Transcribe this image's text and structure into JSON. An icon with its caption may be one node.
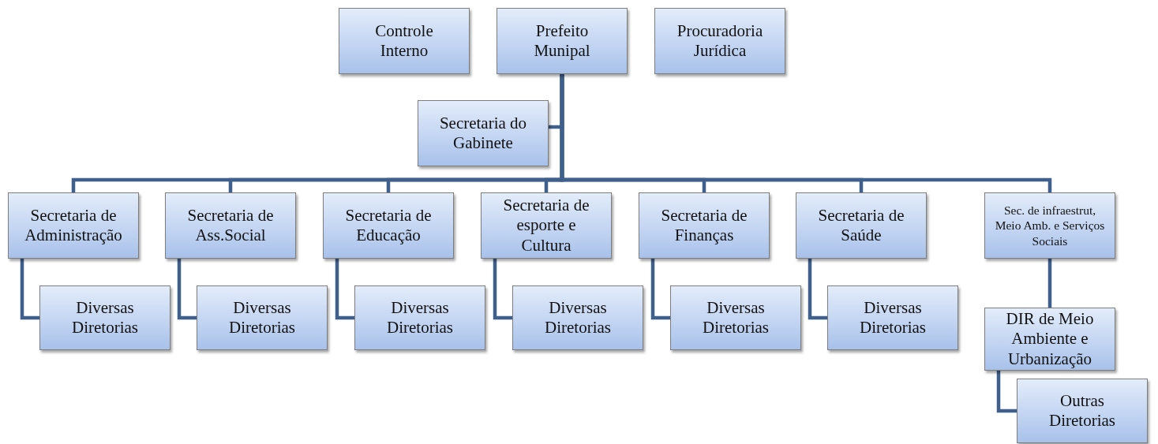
{
  "diagram": {
    "nodes": [
      {
        "text": [
          "Controle Interno"
        ]
      },
      {
        "text": [
          "Prefeito Munipal"
        ]
      },
      {
        "text": [
          "Procuradoria Jurídica"
        ]
      },
      {
        "text": [
          "Secretaria do Gabinete"
        ]
      },
      {
        "text": [
          "Secretaria de Administração"
        ]
      },
      {
        "text": [
          "Diversas Diretorias"
        ]
      },
      {
        "text": [
          "Secretaria de Ass.Social"
        ]
      },
      {
        "text": [
          "Diversas Diretorias"
        ]
      },
      {
        "text": [
          "Secretaria de Educação"
        ]
      },
      {
        "text": [
          "Diversas Diretorias"
        ]
      },
      {
        "text": [
          "Secretaria de esporte e Cultura"
        ]
      },
      {
        "text": [
          "Diversas Diretorias"
        ]
      },
      {
        "text": [
          "Secretaria de Finanças"
        ]
      },
      {
        "text": [
          "Diversas Diretorias"
        ]
      },
      {
        "text": [
          "Secretaria de Saúde"
        ]
      },
      {
        "text": [
          "Diversas Diretorias"
        ]
      },
      {
        "text": [
          "Sec. de infraestrut, Meio Amb. e Serviços Sociais"
        ]
      },
      {
        "text": [
          "DIR de Meio Ambiente e Urbanização"
        ]
      },
      {
        "text": [
          "Outras Diretorias"
        ]
      }
    ],
    "edges": [
      {
        "from": 1,
        "to": 3,
        "arrow": "none"
      },
      {
        "from": 1,
        "to": 4,
        "arrow": "none"
      },
      {
        "from": 1,
        "to": 6,
        "arrow": "none"
      },
      {
        "from": 1,
        "to": 8,
        "arrow": "none"
      },
      {
        "from": 1,
        "to": 10,
        "arrow": "none"
      },
      {
        "from": 1,
        "to": 12,
        "arrow": "none"
      },
      {
        "from": 1,
        "to": 14,
        "arrow": "none"
      },
      {
        "from": 1,
        "to": 16,
        "arrow": "none"
      },
      {
        "from": 4,
        "to": 5,
        "arrow": "none"
      },
      {
        "from": 6,
        "to": 7,
        "arrow": "none"
      },
      {
        "from": 8,
        "to": 9,
        "arrow": "none"
      },
      {
        "from": 10,
        "to": 11,
        "arrow": "none"
      },
      {
        "from": 12,
        "to": 13,
        "arrow": "none"
      },
      {
        "from": 14,
        "to": 15,
        "arrow": "none"
      },
      {
        "from": 16,
        "to": 17,
        "arrow": "none"
      },
      {
        "from": 17,
        "to": 18,
        "arrow": "none"
      }
    ]
  }
}
